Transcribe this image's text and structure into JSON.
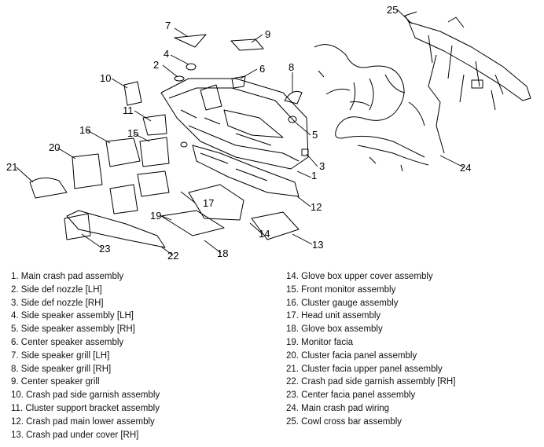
{
  "diagram": {
    "callouts": [
      "1",
      "2",
      "3",
      "4",
      "5",
      "6",
      "7",
      "8",
      "9",
      "10",
      "11",
      "12",
      "13",
      "14",
      "15",
      "16",
      "17",
      "18",
      "19",
      "20",
      "21",
      "22",
      "23",
      "24",
      "25"
    ]
  },
  "legend": {
    "left": [
      "1. Main crash pad assembly",
      "2. Side def nozzle [LH]",
      "3. Side def nozzle [RH]",
      "4. Side speaker assembly [LH]",
      "5. Side speaker assembly [RH]",
      "6. Center speaker assembly",
      "7. Side speaker grill [LH]",
      "8. Side speaker grill [RH]",
      "9. Center speaker grill",
      "10. Crash pad side garnish assembly",
      "11. Cluster support bracket assembly",
      "12. Crash pad main lower assembly",
      "13. Crash pad under cover [RH]"
    ],
    "right": [
      "14. Glove box upper cover assembly",
      "15. Front monitor assembly",
      "16. Cluster gauge assembly",
      "17. Head unit assembly",
      "18. Glove box assembly",
      "19. Monitor facia",
      "20. Cluster facia panel assembly",
      "21. Cluster facia upper panel assembly",
      "22. Crash pad side garnish assembly [RH]",
      "23. Center facia panel assembly",
      "24. Main crash pad wiring",
      "25. Cowl cross bar assembly"
    ]
  }
}
